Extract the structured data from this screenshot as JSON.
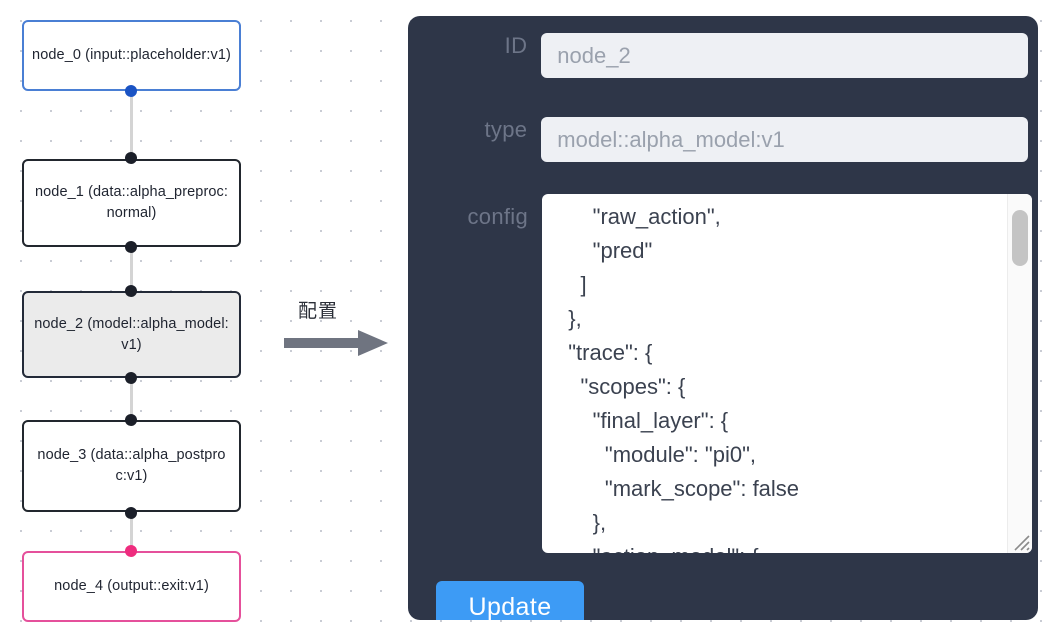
{
  "graph": {
    "nodes": [
      {
        "id": "node_0",
        "label": "node_0\n(input::placeholder:v1)",
        "style": "blue",
        "selected": false
      },
      {
        "id": "node_1",
        "label": "node_1\n(data::alpha_preproc:normal)",
        "style": "default",
        "selected": false
      },
      {
        "id": "node_2",
        "label": "node_2\n(model::alpha_model:v1)",
        "style": "default",
        "selected": true
      },
      {
        "id": "node_3",
        "label": "node_3\n(data::alpha_postproc:v1)",
        "style": "default",
        "selected": false
      },
      {
        "id": "node_4",
        "label": "node_4\n(output::exit:v1)",
        "style": "pink",
        "selected": false
      }
    ],
    "colors": {
      "node_border_default": "#22272e",
      "node_border_blue": "#4a7fd4",
      "node_border_pink": "#e5509b",
      "node_selected_fill": "#ebebeb",
      "edge": "#d4d4d4",
      "port": "#1b1f29",
      "port_blue": "#1a53c4",
      "port_pink": "#ee2c7e"
    }
  },
  "annotation": {
    "label": "配置",
    "arrow_icon": "arrow-right-icon",
    "arrow_color": "#6f7480"
  },
  "panel": {
    "background": "#2e3648",
    "accent": "#3d9bf5",
    "fields": {
      "id": {
        "label": "ID",
        "value": "node_2",
        "placeholder": "node id"
      },
      "type": {
        "label": "type",
        "value": "model::alpha_model:v1",
        "placeholder": "node type"
      },
      "config": {
        "label": "config",
        "value": "      \"raw_action\",\n      \"pred\"\n    ]\n  },\n  \"trace\": {\n    \"scopes\": {\n      \"final_layer\": {\n        \"module\": \"pi0\",\n        \"mark_scope\": false\n      },\n      \"action_model\": {",
        "placeholder": "config json"
      }
    },
    "update_button": {
      "label": "Update"
    },
    "scrollbar": {
      "name": "vertical-scrollbar"
    },
    "resize_handle": {
      "name": "resize-handle-icon"
    }
  }
}
